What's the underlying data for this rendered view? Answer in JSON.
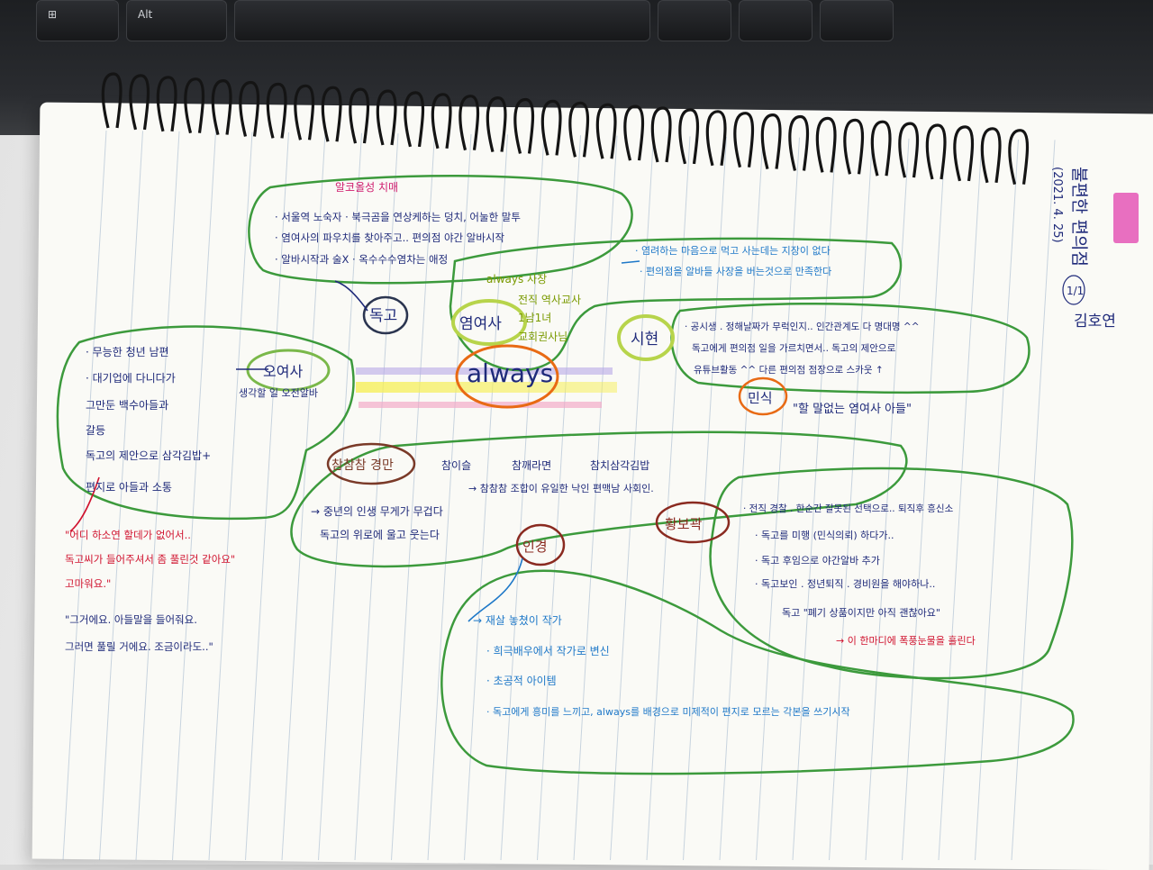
{
  "keyboard": {
    "alt_key": "Alt"
  },
  "sidebar": {
    "title": "불편한 편의점",
    "date": "(2021. 4. 25)",
    "badge": "1/1",
    "author": "김호연"
  },
  "center": {
    "label": "always"
  },
  "dokgo_node": {
    "label": "독고",
    "note_red": "알코올성 치매",
    "lines": [
      "· 서울역 노숙자 · 북극곰을 연상케하는 덩치, 어눌한 말투",
      "· 염여사의 파우치를 찾아주고.. 편의점 야간 알바시작",
      "· 알바시작과 술X · 옥수수수염차는 애정"
    ]
  },
  "yeom_node": {
    "label": "염여사",
    "items": [
      "always 사장",
      "전직 역사교사",
      "1남1녀",
      "교회권사님"
    ],
    "note": [
      "· 염려하는 마음으로 먹고 사는데는 지장이 없다",
      "· 편의점을 알바들 사장을 버는것으로 만족한다"
    ]
  },
  "sihyun_node": {
    "label": "시현",
    "lines": [
      "· 공시생 . 정해날짜가 무럭인지.. 인간관계도 다 명대명 ^^",
      "독고에게 편의점 일을 가르치면서.. 독고의 제안으로",
      "유튜브활동 ^^ 다른 편의점 점장으로 스카웃 ↑"
    ]
  },
  "minsik_node": {
    "label": "민식",
    "quote": "\"할 말없는 염여사 아들\""
  },
  "oyeosa_node": {
    "label": "오여사",
    "side": "생각할 일 오전알바",
    "lines": [
      "· 무능한 청년 남편",
      "· 대기업에 다니다가",
      "그만둔 백수아들과",
      "갈등"
    ],
    "dokgo_line": "독고의 제안으로 삼각김밥+",
    "dokgo_line2": "편지로 아들과 소통",
    "quote_red": [
      "\"어디 하소연 할데가 없어서..",
      "독고씨가 들어주셔서 좀 풀린것 같아요\"",
      "고마워요.\""
    ],
    "quote_navy": [
      "\"그거에요. 아들말을 들어줘요.",
      "그러면 풀릴 거에요. 조금이라도..\""
    ]
  },
  "chamchamcham_node": {
    "label": "참참참 경만",
    "items": [
      "참이슬",
      "참깨라면",
      "참치삼각김밥"
    ],
    "sub": "→ 참참참 조합이 유일한 낙인 편맥남 사회인.",
    "lines": [
      "→ 중년의 인생 무게가 무겁다",
      "독고의 위로에 울고 웃는다"
    ]
  },
  "injeong_node": {
    "label": "인경",
    "lines": [
      "→ 재살 놓쳤이 작가",
      "· 희극배우에서 작가로 변신",
      "· 초공적 아이템",
      "· 독고에게 흥미를 느끼고, always를 배경으로 미제적이 편지로 모르는 각본을 쓰기시작"
    ]
  },
  "gwak_node": {
    "label": "황보곽",
    "lines": [
      "· 전직 경찰 . 한순간 잘못된 선택으로.. 퇴직후 흥신소",
      "· 독고를 미행 (민식의뢰) 하다가..",
      "· 독고 후임으로 야간알바 추가",
      "· 독고보인 . 정년퇴직 . 경비원을 해야하나..",
      "독고 \"폐기 상품이지만 아직 괜찮아요\"",
      "→ 이 한마디에 폭풍눈물을 흘린다"
    ]
  },
  "colors": {
    "paper": "#fafaf6",
    "rule": "#9fb4cc",
    "green_bubble": "#3c9a3c",
    "navy_ink": "#1f2a7a",
    "red_ink": "#d0122e",
    "blue_ink": "#1e78c8",
    "orange_ink": "#e86a14",
    "olive_ink": "#7a9a00",
    "magenta_ink": "#d01c6e"
  }
}
